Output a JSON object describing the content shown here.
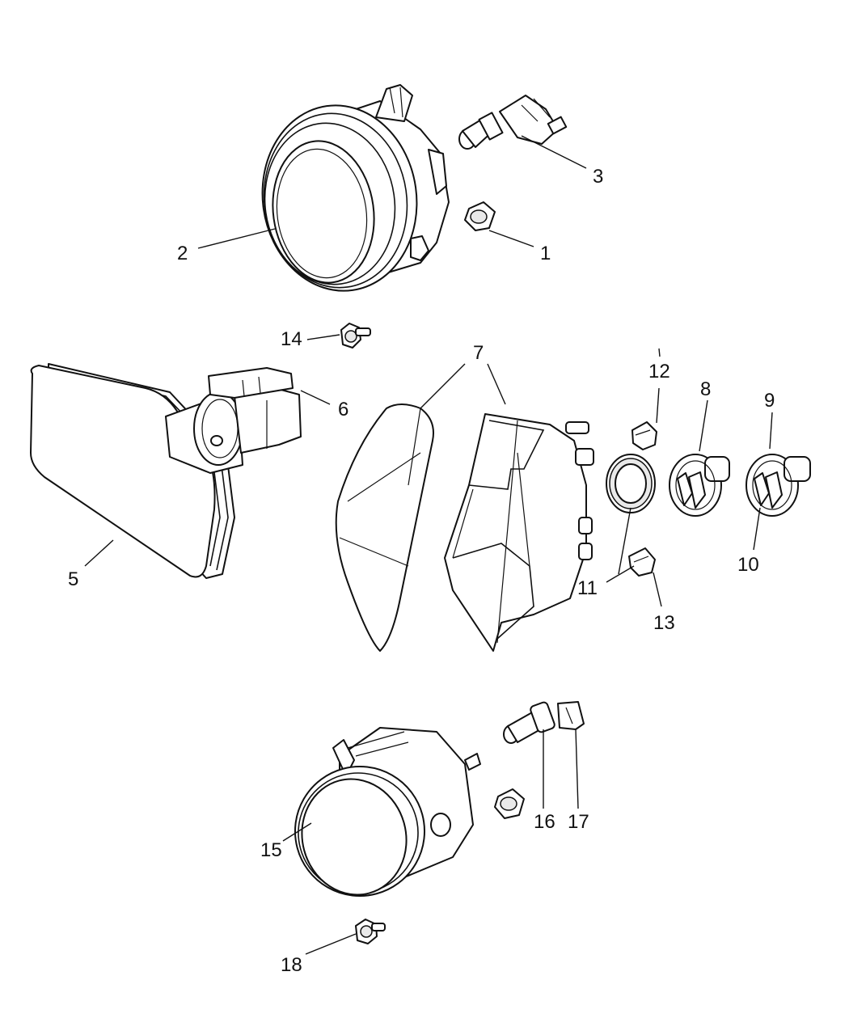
{
  "diagram": {
    "callouts": [
      {
        "id": "c1",
        "label": "1"
      },
      {
        "id": "c2",
        "label": "2"
      },
      {
        "id": "c3",
        "label": "3"
      },
      {
        "id": "c5",
        "label": "5"
      },
      {
        "id": "c6",
        "label": "6"
      },
      {
        "id": "c7",
        "label": "7"
      },
      {
        "id": "c8",
        "label": "8"
      },
      {
        "id": "c9",
        "label": "9"
      },
      {
        "id": "c10",
        "label": "10"
      },
      {
        "id": "c11",
        "label": "11"
      },
      {
        "id": "c12",
        "label": "12"
      },
      {
        "id": "c13",
        "label": "13"
      },
      {
        "id": "c14",
        "label": "14"
      },
      {
        "id": "c15",
        "label": "15"
      },
      {
        "id": "c16",
        "label": "16"
      },
      {
        "id": "c17",
        "label": "17"
      },
      {
        "id": "c18",
        "label": "18"
      }
    ]
  }
}
